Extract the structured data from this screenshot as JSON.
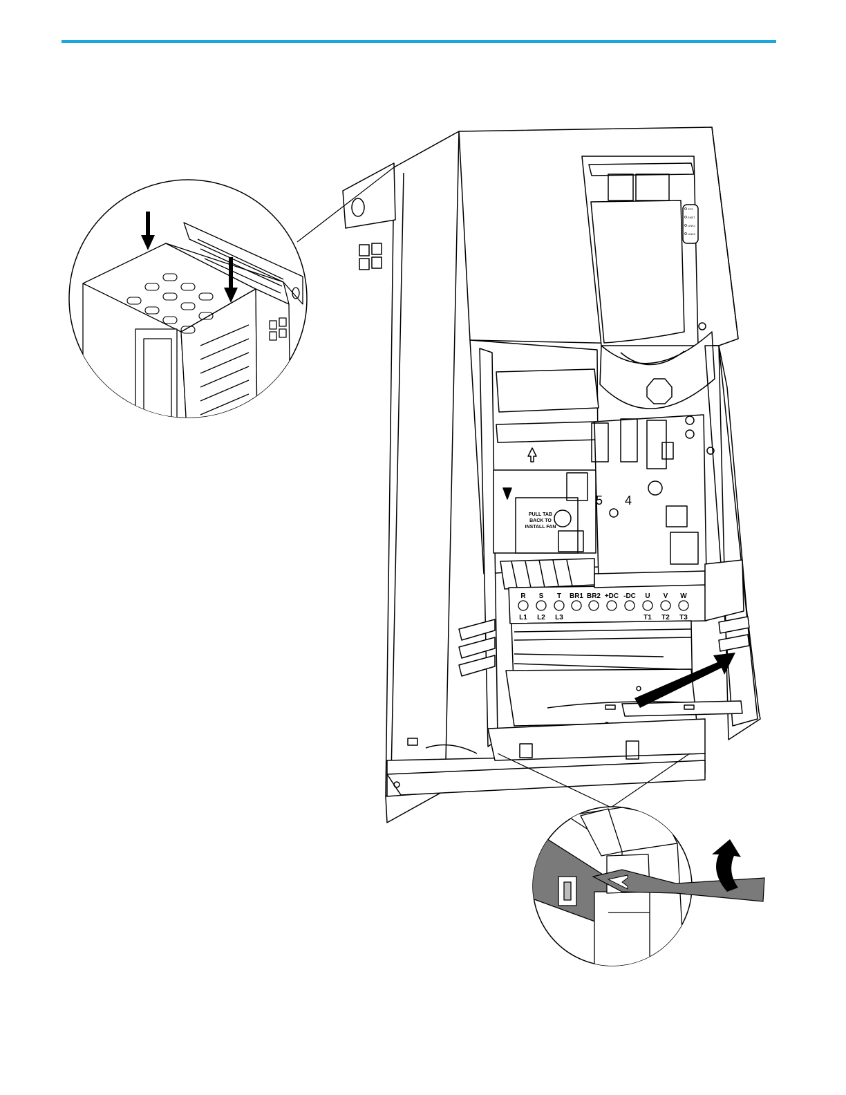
{
  "header": {
    "rule_color": "#1ba6dc"
  },
  "figure": {
    "terminal_labels_top": [
      "R",
      "S",
      "T",
      "BR1",
      "BR2",
      "+DC",
      "-DC",
      "U",
      "V",
      "W"
    ],
    "terminal_labels_bottom": [
      "L1",
      "L2",
      "L3",
      "",
      "",
      "",
      "",
      "T1",
      "T2",
      "T3"
    ],
    "fan_tab_label": [
      "PULL TAB",
      "BACK TO",
      "INSTALL FAN"
    ],
    "control_board_marks": [
      "5",
      "4"
    ],
    "hmi_leds": [
      "STS",
      "ENET",
      "LINK1",
      "LINK2"
    ],
    "icons": [
      "down-arrow-icon",
      "up-arrow-icon",
      "push-arrow-icon",
      "lift-arrow-icon"
    ]
  }
}
